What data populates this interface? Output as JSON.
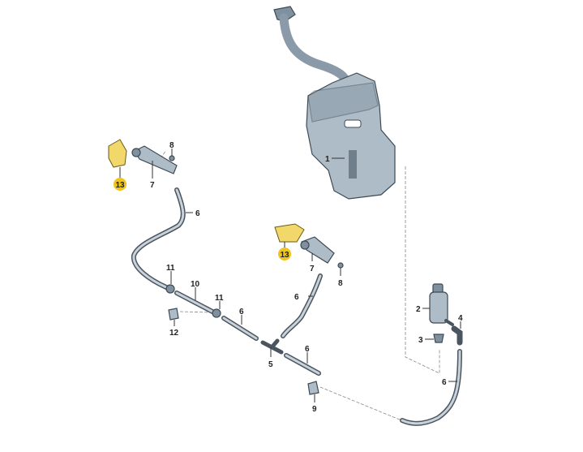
{
  "diagram": {
    "labels": {
      "tank": "1",
      "pump": "2",
      "grommet": "3",
      "elbow": "4",
      "t_piece": "5",
      "hose_left_upper": "6",
      "hose_right_upper": "6",
      "hose_mid": "6",
      "hose_lower": "6",
      "hose_pump": "6",
      "nozzle_left": "7",
      "nozzle_right": "7",
      "screw_left": "8",
      "screw_right": "8",
      "clip_lower": "9",
      "connector": "10",
      "check_valve_left": "11",
      "check_valve_right": "11",
      "clip_left": "12",
      "cap_left": "13",
      "cap_right": "13"
    },
    "colors": {
      "badge": "#f0c419",
      "part": "#aebcc8",
      "hose": "#4a5560"
    }
  }
}
